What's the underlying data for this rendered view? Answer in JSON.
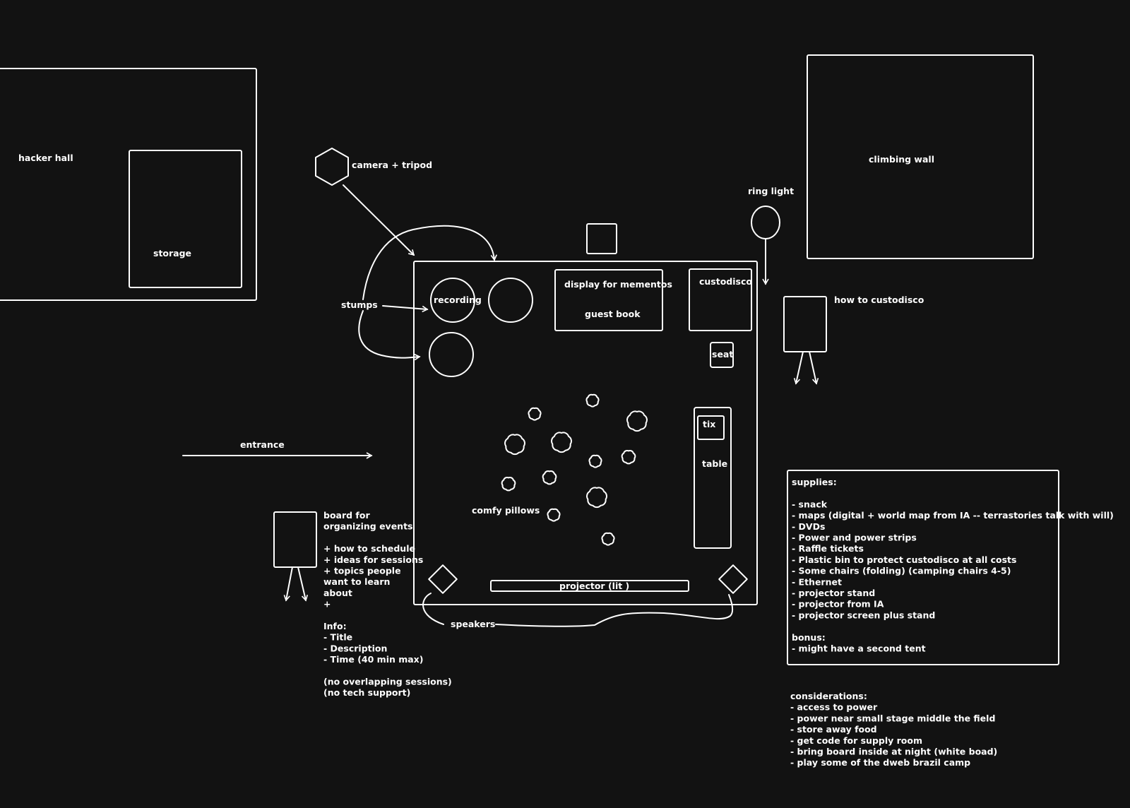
{
  "colors": {
    "background": "#121212",
    "ink": "#ffffff"
  },
  "labels": {
    "hacker_hall": "hacker hall",
    "storage": "storage",
    "camera": "camera + tripod",
    "ring_light": "ring light",
    "climbing_wall": "climbing wall",
    "stumps": "stumps",
    "recording": "recording",
    "display_mementos": "display for mementos",
    "guest_book": "guest book",
    "custodisco": "custodisco",
    "how_to_custodisco": "how to custodisco",
    "seat": "seat",
    "tix": "tix",
    "table": "table",
    "entrance": "entrance",
    "comfy_pillows": "comfy pillows",
    "projector": "projector (lit )",
    "speakers": "speakers"
  },
  "board_notes": [
    "board for",
    "organizing events",
    "",
    "+ how to schedule",
    "+ ideas for sessions",
    "+ topics people",
    "want to learn",
    "about",
    "+",
    "",
    "Info:",
    "- Title",
    "- Description",
    "- Time (40 min max)",
    "",
    "(no overlapping sessions)",
    "(no tech support)"
  ],
  "supplies_notes": [
    "supplies:",
    "",
    "  - snack",
    "  - maps (digital + world map from IA -- terrastories talk with will)",
    "  - DVDs",
    "  - Power and power strips",
    "  - Raffle tickets",
    "  - Plastic bin to protect custodisco at all costs",
    "  - Some chairs (folding) (camping chairs 4-5)",
    "  - Ethernet",
    "  - projector stand",
    "  - projector from IA",
    "  - projector screen plus stand",
    "",
    "bonus:",
    "  - might have a second tent"
  ],
  "considerations_notes": [
    "considerations:",
    "  - access to power",
    "  - power near small stage middle the field",
    "  - store away food",
    "  - get code for supply room",
    "  - bring board inside at night (white boad)",
    "  - play some of the dweb brazil camp"
  ]
}
